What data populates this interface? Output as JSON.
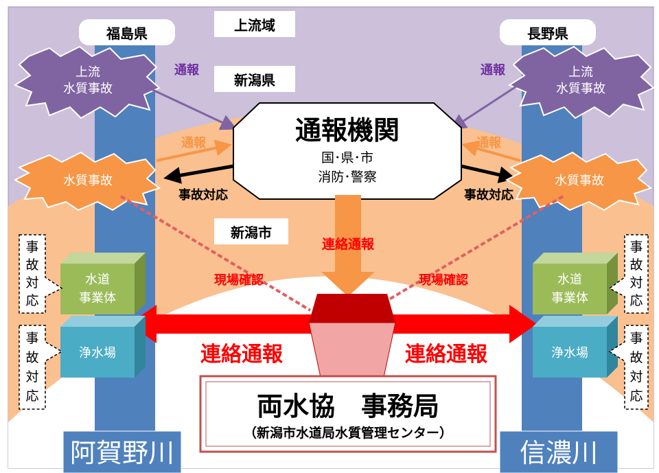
{
  "labels": {
    "upstream_area": "上流域",
    "fukushima": "福島県",
    "nagano": "長野県",
    "niigata_pref": "新潟県",
    "niigata_city": "新潟市"
  },
  "upstream_accident": {
    "line1": "上流",
    "line2": "水質事故"
  },
  "report": "通報",
  "water_accident": "水質事故",
  "accident_response": "事故対応",
  "accident_response_vertical": [
    "事",
    "故",
    "対",
    "応"
  ],
  "reporting_agency": {
    "title": "通報機関",
    "line1": "国･県･市",
    "line2": "消防･警察"
  },
  "liaison_report": "連絡通報",
  "site_confirmation": "現場確認",
  "waterworks": {
    "line1": "水道",
    "line2": "事業体"
  },
  "purification_plant": "浄水場",
  "secretariat": {
    "title": "両水協　事務局",
    "subtitle": "（新潟市水道局水質管理センター）"
  },
  "rivers": {
    "agano": "阿賀野川",
    "shinano": "信濃川"
  },
  "colors": {
    "upstream_band": "#ccc0da",
    "pref_band": "#fac090",
    "river_blue": "#4f81bd",
    "orange": "#f79646",
    "purple": "#8064a2",
    "red": "#ff0000",
    "green": "#9bbb59",
    "teal": "#4bacc6"
  }
}
